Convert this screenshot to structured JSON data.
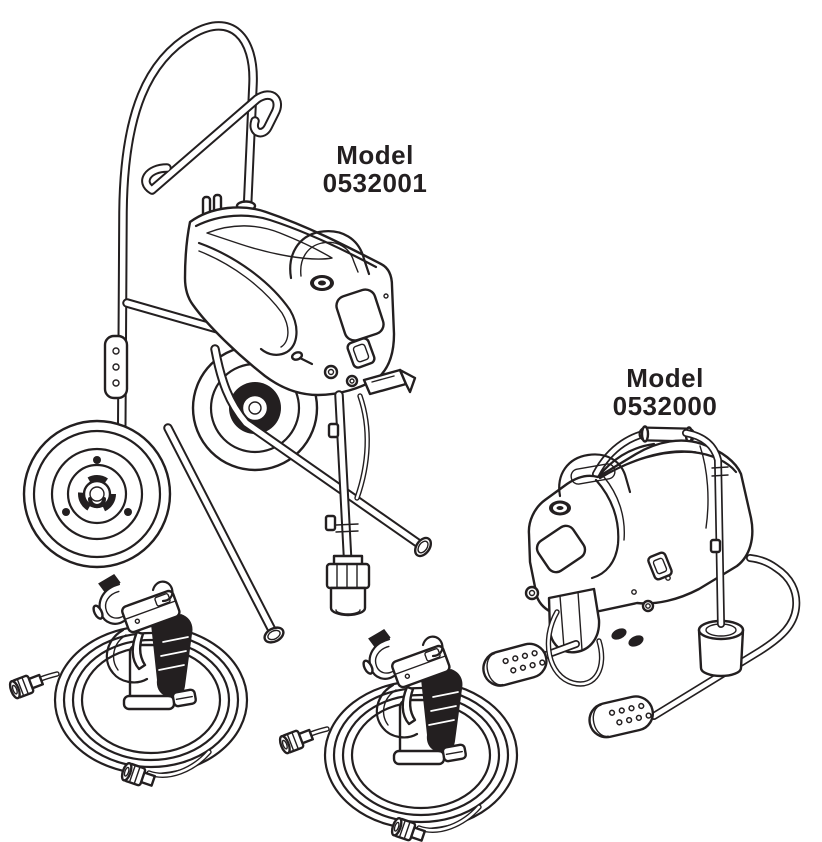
{
  "page": {
    "background_color": "#ffffff",
    "ink_color": "#231f20",
    "description": "Line-art manual illustration of two airless paint sprayer models with spray guns and coiled high-pressure hoses"
  },
  "labels": {
    "cart_model": {
      "line1": "Model",
      "line2": "0532001"
    },
    "stand_model": {
      "line1": "Model",
      "line2": "0532000"
    }
  },
  "components": {
    "cart_unit": [
      "cart-handle-frame",
      "push-handle",
      "sprayer-motor-housing",
      "carry-handle",
      "control-panel-window",
      "power-switch",
      "transport-wheel",
      "support-legs",
      "suction-tube",
      "inlet-filter"
    ],
    "stand_unit": [
      "carry-handle",
      "sprayer-motor-housing",
      "control-panel-window",
      "power-switch",
      "tubular-stand",
      "foam-grips",
      "suction-hose",
      "drip-cup",
      "pressure-valve"
    ],
    "accessories": [
      "spray-gun",
      "hose-coil",
      "hose-fittings"
    ]
  }
}
